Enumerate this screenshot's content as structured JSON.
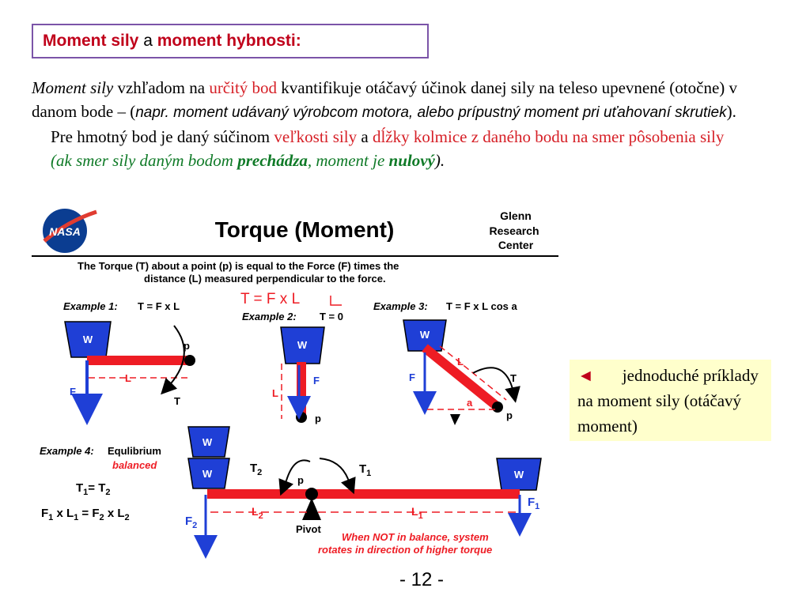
{
  "title": {
    "part1": "Moment sily",
    "part2": "a",
    "part3": "moment hybnosti:"
  },
  "paragraph1": {
    "term": "Moment sily",
    "t1": " vzhľadom na ",
    "bod": "určitý bod",
    "t2": " kvantifikuje otáčavý účinok danej sily na teleso upevnené (otočne) v danom bode – (",
    "example": "napr. moment udávaný výrobcom motora, alebo prípustný moment pri uťahovaní skrutiek",
    "t3": ")."
  },
  "paragraph2": {
    "t1": "Pre hmotný bod je daný súčinom ",
    "sila": "veľkosti sily",
    "a": " a ",
    "dlzka": "dĺžky kolmice z daného bodu na smer pôsobenia sily",
    "open": " (ak smer sily daným bodom ",
    "prechadza": "prechádza",
    "mid": ", moment je ",
    "nulovy": "nulový",
    "close": ")."
  },
  "figure": {
    "logo": "NASA",
    "title": "Torque  (Moment)",
    "center": [
      "Glenn",
      "Research",
      "Center"
    ],
    "desc1": "The  Torque  (T)  about  a  point (p)  is  equal  to  the  Force (F)  times  the",
    "desc2": "distance  (L)  measured  perpendicular  to  the  force.",
    "formula": "T = F  x  L",
    "ex1_label": "Example 1:",
    "ex1_formula": "T = F  x  L",
    "ex2_label": "Example 2:",
    "ex2_formula": "T = 0",
    "ex3_label": "Example 3:",
    "ex3_formula": "T = F  x  L  cos a",
    "ex4_label": "Example 4:",
    "ex4_eq": "Equlibrium",
    "ex4_bal": "balanced",
    "weight": "W",
    "pivot": "Pivot",
    "note1": "When NOT in balance, system",
    "note2": "rotates  in  direction  of  higher torque"
  },
  "sidenote": {
    "arrow": "◄",
    "text": "jednoduché príklady na moment sily (otáčavý moment)"
  },
  "page_number": "- 12 -",
  "colors": {
    "beam_red": "#ee1c24",
    "blue": "#1f3fd6",
    "title_red": "#c0001a",
    "frame": "#7b54a8"
  }
}
